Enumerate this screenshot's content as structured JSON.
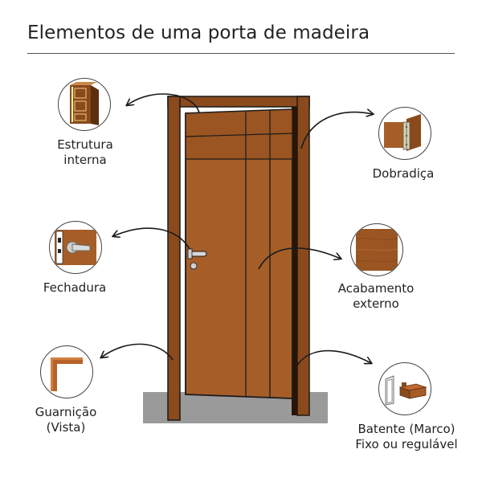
{
  "title": "Elementos de uma porta de madeira",
  "colors": {
    "wood": "#8a4a1c",
    "wood_light": "#a55e28",
    "wood_dark": "#5c2f10",
    "floor": "#9a9a9a",
    "outline": "#1a1a1a"
  },
  "labels": {
    "estrutura": [
      "Estrutura",
      "interna"
    ],
    "dobradica": [
      "Dobradiça"
    ],
    "fechadura": [
      "Fechadura"
    ],
    "acabamento": [
      "Acabamento",
      "externo"
    ],
    "guarnicao": [
      "Guarnição",
      "(Vista)"
    ],
    "batente": [
      "Batente (Marco)",
      "Fixo ou regulável"
    ]
  },
  "icons": {
    "estrutura": "door-core-cross-section-icon",
    "dobradica": "hinge-icon",
    "fechadura": "door-handle-lock-icon",
    "acabamento": "wood-veneer-swatch-icon",
    "guarnicao": "trim-molding-icon",
    "batente": "door-frame-jamb-icon"
  }
}
